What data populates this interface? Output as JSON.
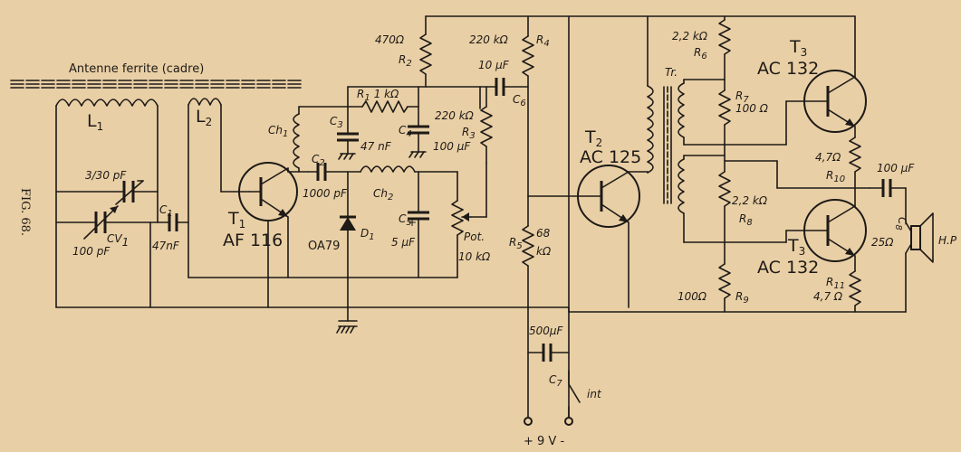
{
  "figure": {
    "caption": "FIG. 68."
  },
  "antenna": {
    "label": "Antenne ferrite (cadre)"
  },
  "components": {
    "L1": "L",
    "L1_sub": "1",
    "L2": "L",
    "L2_sub": "2",
    "trimmer": "3/30 pF",
    "cv": "CV",
    "cv_sub": "1",
    "cv_value": "100 pF",
    "C1": "C",
    "C1_sub": "1",
    "C1_value": "47nF",
    "Ch1": "Ch",
    "Ch1_sub": "1",
    "T1": "T",
    "T1_sub": "1",
    "T1_type": "AF 116",
    "C2": "C",
    "C2_sub": "2",
    "C2_value": "1000 pF",
    "Ch2": "Ch",
    "Ch2_sub": "2",
    "D1_type": "OA79",
    "D1": "D",
    "D1_sub": "1",
    "R1": "R",
    "R1_sub": "1",
    "R1_value": "1 kΩ",
    "R2": "R",
    "R2_sub": "2",
    "R2_value": "470Ω",
    "C3": "C",
    "C3_sub": "3",
    "C3_value": "47 nF",
    "C4": "C",
    "C4_sub": "4",
    "C4_value": "100 μF",
    "C5": "C",
    "C5_sub": "5",
    "C5_value": "5 μF",
    "pot": "Pot.",
    "pot_value": "10 kΩ",
    "R3": "R",
    "R3_sub": "3",
    "R3_value": "220 kΩ",
    "R4": "R",
    "R4_sub": "4",
    "R4_value": "220 kΩ",
    "C6": "C",
    "C6_sub": "6",
    "C6_value": "10 μF",
    "R5": "R",
    "R5_sub": "5",
    "R5_value_a": "68",
    "R5_value_b": "kΩ",
    "T2": "T",
    "T2_sub": "2",
    "T2_type": "AC 125",
    "C7": "C",
    "C7_sub": "7",
    "C7_value": "500μF",
    "switch": "int",
    "supply": "+ 9 V -",
    "Tr": "Tr.",
    "R6": "R",
    "R6_sub": "6",
    "R6_value": "2,2 kΩ",
    "R7": "R",
    "R7_sub": "7",
    "R7_value": "100 Ω",
    "R8": "R",
    "R8_sub": "8",
    "R8_value": "2,2 kΩ",
    "R9": "R",
    "R9_sub": "9",
    "R9_value": "100Ω",
    "T3a": "T",
    "T3a_sub": "3",
    "T3a_type": "AC 132",
    "T3b": "T",
    "T3b_sub": "3",
    "T3b_type": "AC 132",
    "R10": "R",
    "R10_sub": "10",
    "R10_value": "4,7Ω",
    "R11": "R",
    "R11_sub": "11",
    "R11_value": "4,7 Ω",
    "C8": "C",
    "C8_sub": "8",
    "C8_value": "100 μF",
    "hp_impedance": "25Ω",
    "hp": "H.P"
  }
}
